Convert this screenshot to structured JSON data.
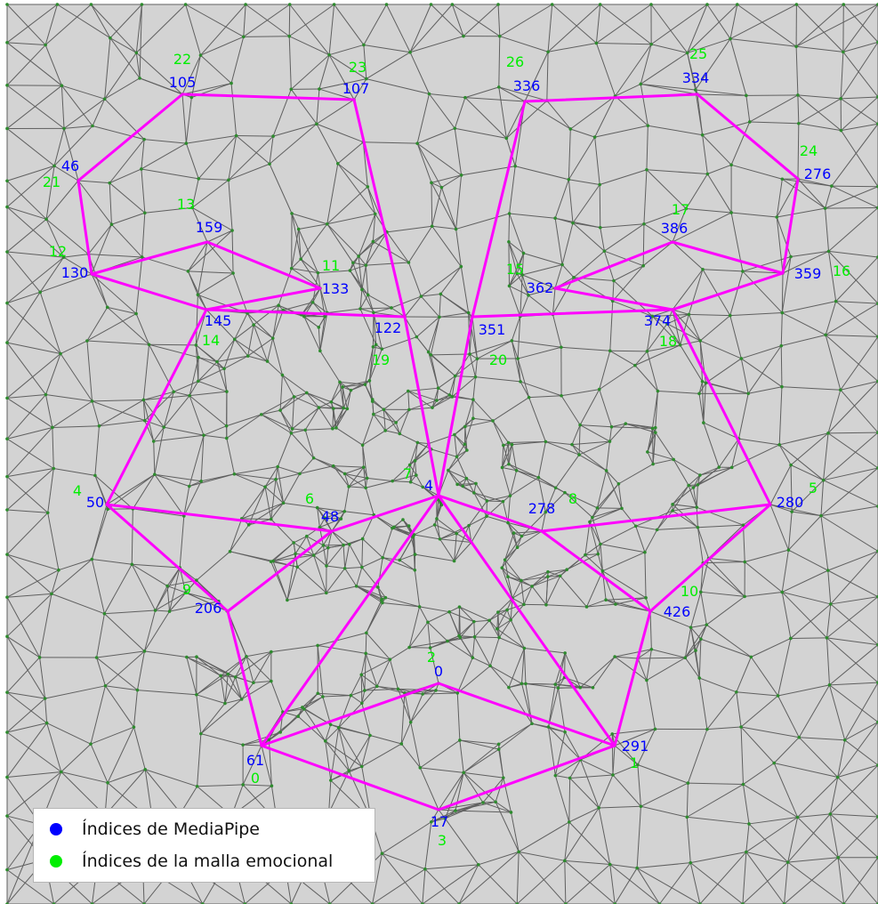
{
  "colors": {
    "background": "#d3d3d3",
    "mesh_line": "#5f5f5f",
    "mesh_vertex": "#2e8b2e",
    "mesh_label": "#c83c3c",
    "emotional_mesh": "#ff00ff",
    "mediapipe_index": "#0000ff",
    "emotional_index": "#00ee00"
  },
  "icons": {
    "mediapipe_marker": "blue-circle",
    "emotional_marker": "green-circle"
  },
  "landmarks": [
    {
      "mp": "61",
      "emo": "0"
    },
    {
      "mp": "291",
      "emo": "1"
    },
    {
      "mp": "0",
      "emo": "2"
    },
    {
      "mp": "17",
      "emo": "3"
    },
    {
      "mp": "50",
      "emo": "4"
    },
    {
      "mp": "280",
      "emo": "5"
    },
    {
      "mp": "48",
      "emo": "6"
    },
    {
      "mp": "4",
      "emo": "7"
    },
    {
      "mp": "278",
      "emo": "8"
    },
    {
      "mp": "206",
      "emo": "9"
    },
    {
      "mp": "426",
      "emo": "10"
    },
    {
      "mp": "133",
      "emo": "11"
    },
    {
      "mp": "130",
      "emo": "12"
    },
    {
      "mp": "159",
      "emo": "13"
    },
    {
      "mp": "145",
      "emo": "14"
    },
    {
      "mp": "362",
      "emo": "15"
    },
    {
      "mp": "359",
      "emo": "16"
    },
    {
      "mp": "386",
      "emo": "17"
    },
    {
      "mp": "374",
      "emo": "18"
    },
    {
      "mp": "122",
      "emo": "19"
    },
    {
      "mp": "351",
      "emo": "20"
    },
    {
      "mp": "46",
      "emo": "21"
    },
    {
      "mp": "105",
      "emo": "22"
    },
    {
      "mp": "107",
      "emo": "23"
    },
    {
      "mp": "276",
      "emo": "24"
    },
    {
      "mp": "334",
      "emo": "25"
    },
    {
      "mp": "336",
      "emo": "26"
    }
  ],
  "emotional_edges": [
    [
      "61",
      "0"
    ],
    [
      "0",
      "291"
    ],
    [
      "61",
      "17"
    ],
    [
      "17",
      "291"
    ],
    [
      "61",
      "206"
    ],
    [
      "61",
      "4"
    ],
    [
      "291",
      "4"
    ],
    [
      "291",
      "426"
    ],
    [
      "206",
      "50"
    ],
    [
      "206",
      "48"
    ],
    [
      "426",
      "280"
    ],
    [
      "426",
      "278"
    ],
    [
      "50",
      "48"
    ],
    [
      "48",
      "4"
    ],
    [
      "4",
      "278"
    ],
    [
      "278",
      "280"
    ],
    [
      "50",
      "145"
    ],
    [
      "280",
      "374"
    ],
    [
      "4",
      "122"
    ],
    [
      "4",
      "351"
    ],
    [
      "145",
      "122"
    ],
    [
      "374",
      "351"
    ],
    [
      "122",
      "107"
    ],
    [
      "351",
      "336"
    ],
    [
      "145",
      "130"
    ],
    [
      "145",
      "133"
    ],
    [
      "130",
      "159"
    ],
    [
      "159",
      "133"
    ],
    [
      "374",
      "362"
    ],
    [
      "374",
      "359"
    ],
    [
      "362",
      "386"
    ],
    [
      "386",
      "359"
    ],
    [
      "130",
      "46"
    ],
    [
      "46",
      "105"
    ],
    [
      "105",
      "107"
    ],
    [
      "359",
      "276"
    ],
    [
      "276",
      "334"
    ],
    [
      "334",
      "336"
    ]
  ],
  "legend": {
    "mediapipe": "Índices de MediaPipe",
    "emotional": "Índices de la malla emocional"
  }
}
